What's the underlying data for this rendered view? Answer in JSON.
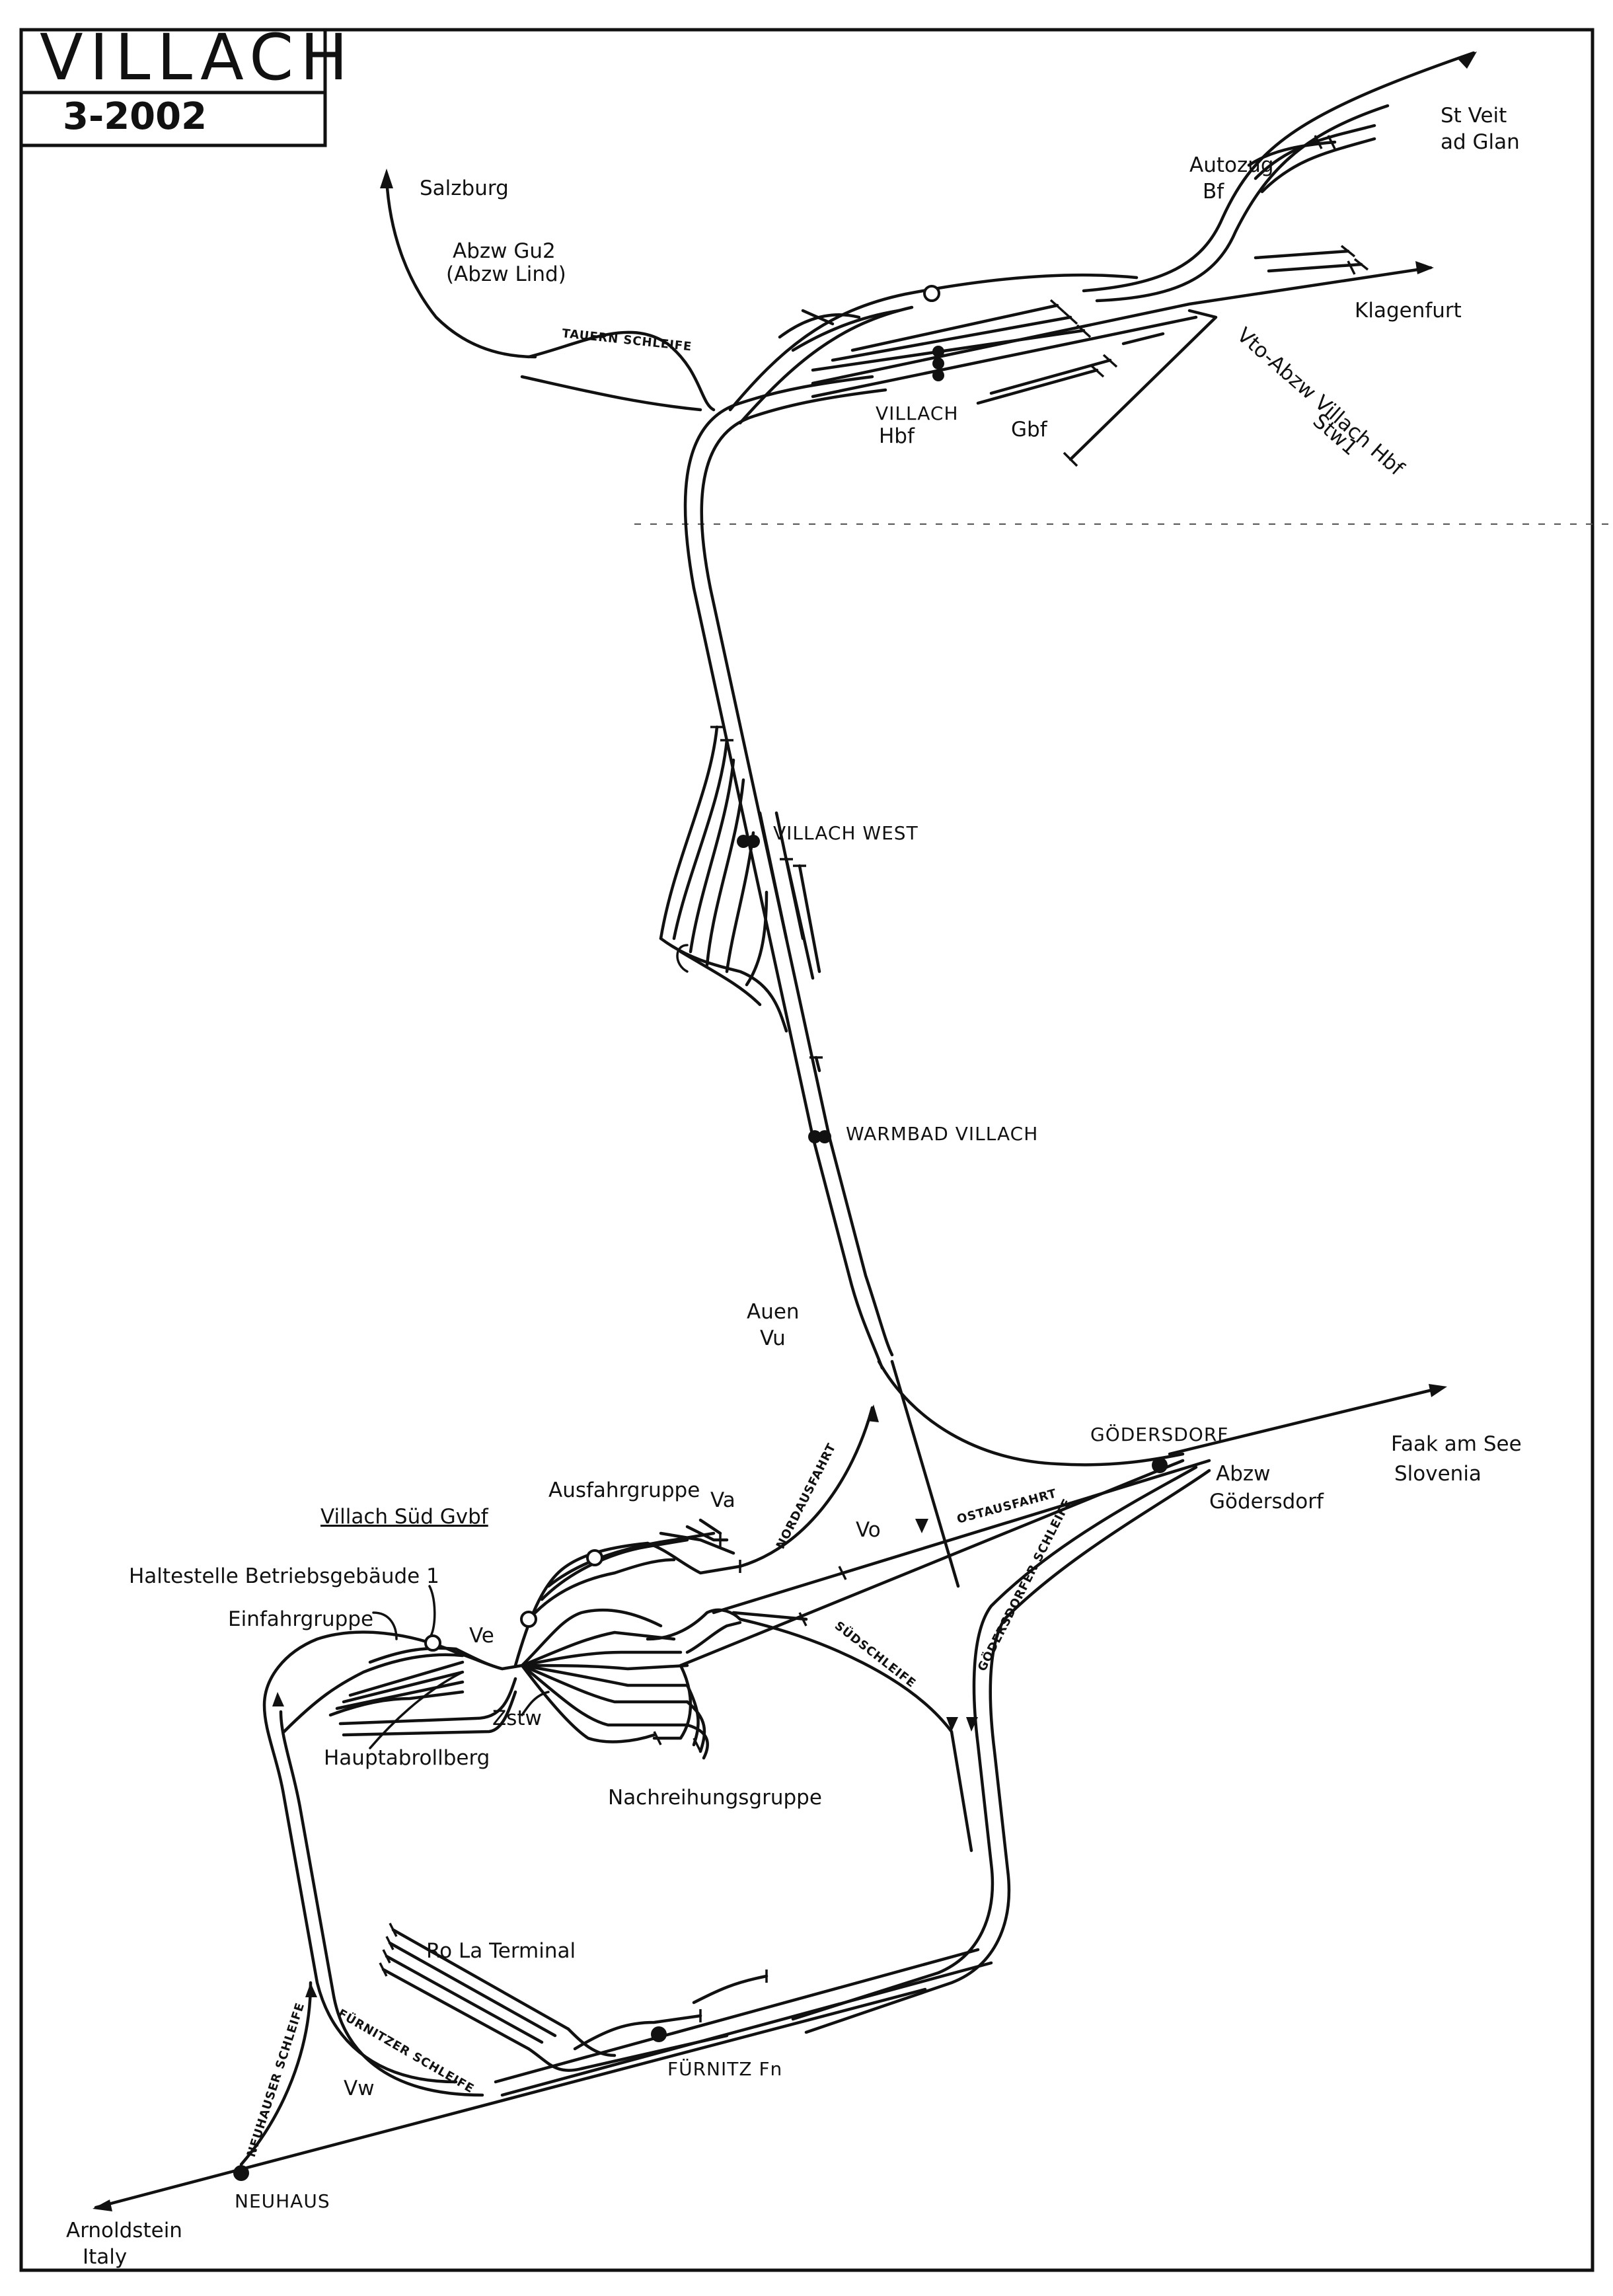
{
  "map": {
    "title": "VILLACH",
    "date": "3-2002"
  },
  "stations": {
    "villach_hbf": [
      "VILLACH",
      "Hbf"
    ],
    "gbf": "Gbf",
    "villach_west": "VILLACH WEST",
    "warmbad_villach": "WARMBAD VILLACH",
    "auen": [
      "Auen",
      "Vu"
    ],
    "goedersdorf": "GÖDERSDORF",
    "abzw_goedersdorf": [
      "Abzw",
      "Gödersdorf"
    ],
    "fuernitz": "FÜRNITZ Fn",
    "neuhaus": "NEUHAUS",
    "autozug": [
      "Autozug",
      "Bf"
    ],
    "abzw_gu2": [
      "Abzw Gu2",
      "(Abzw Lind)"
    ],
    "vto": [
      "Vto-Abzw Villach Hbf",
      "Stw1"
    ]
  },
  "destinations": {
    "salzburg": "Salzburg",
    "st_veit": [
      "St Veit",
      "ad Glan"
    ],
    "klagenfurt": "Klagenfurt",
    "faak": [
      "Faak am See",
      "Slovenia"
    ],
    "arnoldstein": [
      "Arnoldstein",
      "Italy"
    ]
  },
  "yard": {
    "villach_sued": "Villach Süd Gvbf",
    "ausfahrgruppe": "Ausfahrgruppe",
    "va": "Va",
    "haltestelle": "Haltestelle Betriebsgebäude 1",
    "einfahrgruppe": "Einfahrgruppe",
    "ve": "Ve",
    "hauptabrollberg": "Hauptabrollberg",
    "zstw": "Zstw",
    "nachreihungsgruppe": "Nachreihungsgruppe",
    "rola": "Ro La Terminal",
    "vo": "Vo",
    "vw": "Vw"
  },
  "curves": {
    "tauern": "TAUERN SCHLEIFE",
    "nord": "NORDAUSFAHRT",
    "ost": "OSTAUSFAHRT",
    "sued": "SÜDSCHLEIFE",
    "goedersdorfer": "GÖDERSDORFER SCHLEIFE",
    "fuernitzer": "FÜRNITZER SCHLEIFE",
    "neuhauser": "NEUHAUSER SCHLEIFE"
  }
}
